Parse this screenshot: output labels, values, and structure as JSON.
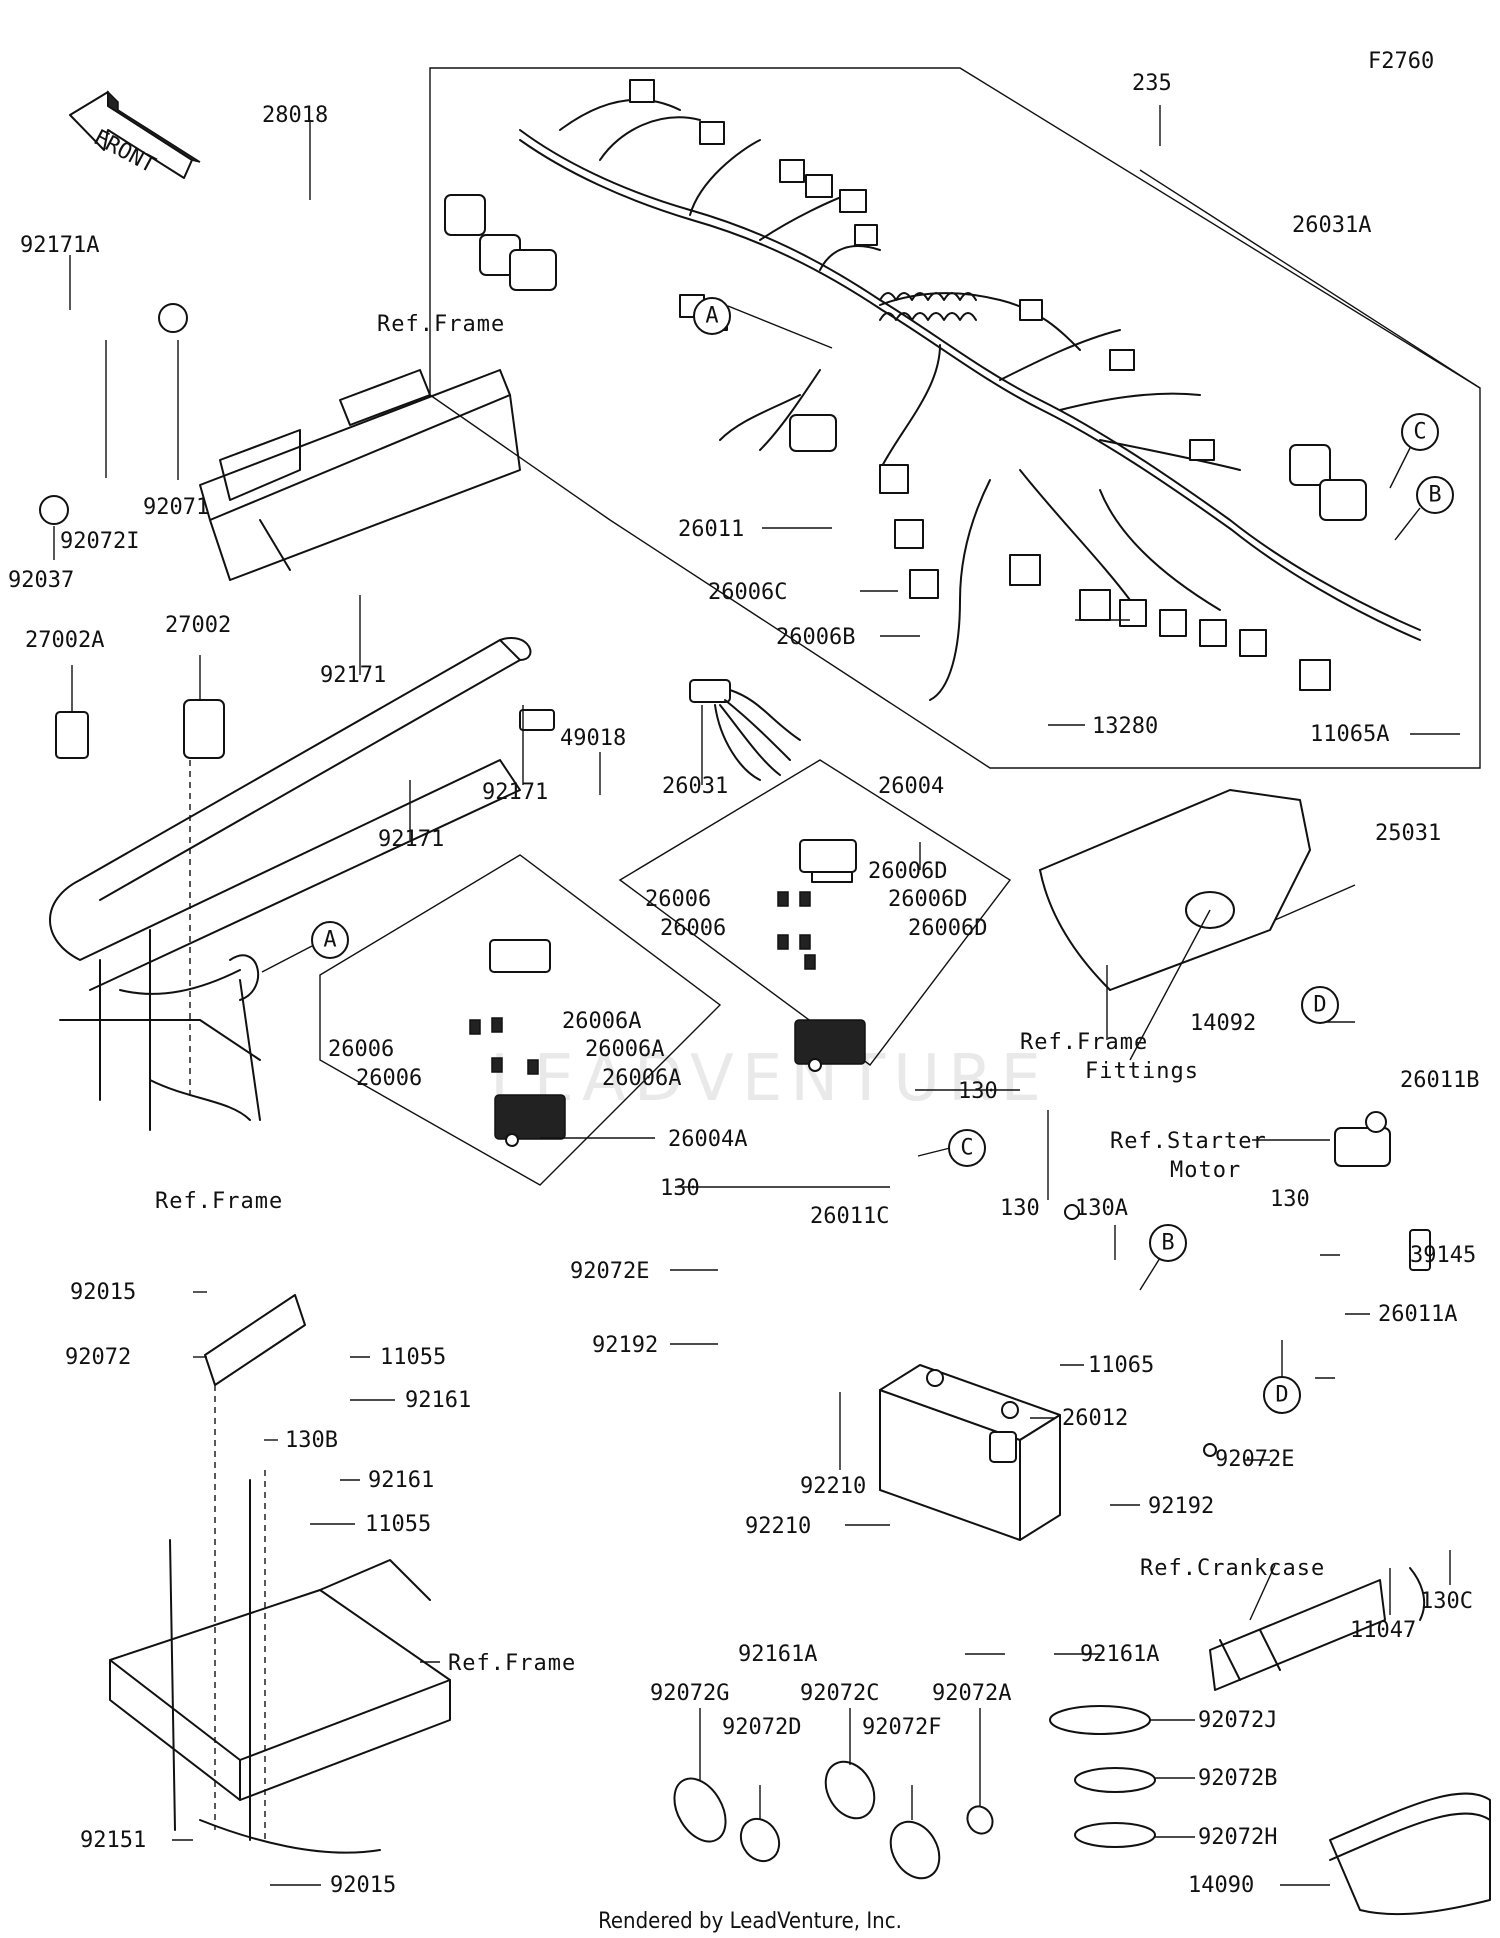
{
  "figure_code": "F2760",
  "footer_text": "Rendered by LeadVenture, Inc.",
  "watermark_text": "LEADVENTURE",
  "front_arrow_text": "FRONT",
  "refs": {
    "frame_top": "Ref.Frame",
    "frame_left": "Ref.Frame",
    "frame_bottom": "Ref.Frame",
    "frame_fittings_1": "Ref.Frame",
    "frame_fittings_2": "Fittings",
    "starter_1": "Ref.Starter",
    "starter_2": "Motor",
    "crankcase": "Ref.Crankcase"
  },
  "callouts": {
    "a1": "A",
    "a2": "A",
    "b1": "B",
    "b2": "B",
    "c1": "C",
    "c2": "C",
    "d1": "D",
    "d2": "D"
  },
  "parts": {
    "p235": "235",
    "p26031A": "26031A",
    "p28018": "28018",
    "p92171A": "92171A",
    "p92071": "92071",
    "p92072I": "92072I",
    "p92037": "92037",
    "p27002A": "27002A",
    "p27002": "27002",
    "p92171_a": "92171",
    "p92171_b": "92171",
    "p92171_c": "92171",
    "p26011": "26011",
    "p26006C": "26006C",
    "p26006B": "26006B",
    "p13280": "13280",
    "p11065A": "11065A",
    "p49018": "49018",
    "p26031": "26031",
    "p26004": "26004",
    "p26006D_1": "26006D",
    "p26006D_2": "26006D",
    "p26006D_3": "26006D",
    "p26006_r1": "26006",
    "p26006_r2": "26006",
    "p26006A_1": "26006A",
    "p26006A_2": "26006A",
    "p26006A_3": "26006A",
    "p26006_l1": "26006",
    "p26006_l2": "26006",
    "p26004A": "26004A",
    "p130_1": "130",
    "p130_2": "130",
    "p130_3": "130",
    "p130_4": "130",
    "p130A": "130A",
    "p25031": "25031",
    "p14092": "14092",
    "p26011B": "26011B",
    "p26011C": "26011C",
    "p39145": "39145",
    "p92072E_1": "92072E",
    "p92072E_2": "92072E",
    "p26011A": "26011A",
    "p92192_1": "92192",
    "p92192_2": "92192",
    "p11065": "11065",
    "p26012": "26012",
    "p92210_1": "92210",
    "p92210_2": "92210",
    "p92161A_1": "92161A",
    "p92161A_2": "92161A",
    "p92015_1": "92015",
    "p92015_2": "92015",
    "p92072": "92072",
    "p11055_1": "11055",
    "p11055_2": "11055",
    "p92161_1": "92161",
    "p92161_2": "92161",
    "p130B": "130B",
    "p92151": "92151",
    "p130C": "130C",
    "p11047": "11047",
    "p92072G": "92072G",
    "p92072D": "92072D",
    "p92072C": "92072C",
    "p92072F": "92072F",
    "p92072A": "92072A",
    "p92072J": "92072J",
    "p92072B": "92072B",
    "p92072H": "92072H",
    "p14090": "14090"
  }
}
